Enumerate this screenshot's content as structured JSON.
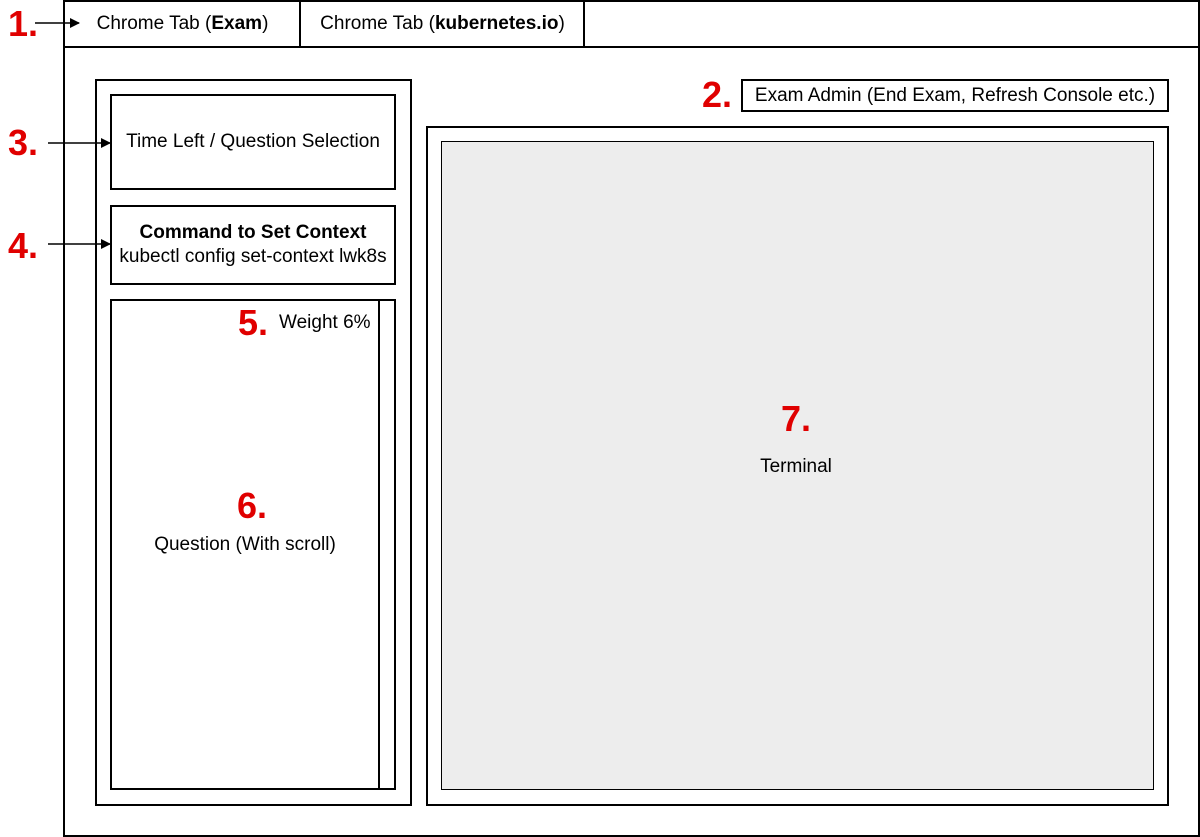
{
  "tabs": [
    {
      "prefix": "Chrome Tab (",
      "bold": "Exam",
      "suffix": ")"
    },
    {
      "prefix": "Chrome Tab (",
      "bold": "kubernetes.io",
      "suffix": ")"
    }
  ],
  "exam_admin": {
    "label": "Exam Admin (End Exam, Refresh Console etc.)"
  },
  "time_panel": {
    "label": "Time Left / Question Selection"
  },
  "context_panel": {
    "title": "Command to Set Context",
    "command": "kubectl config set-context lwk8s"
  },
  "question_panel": {
    "weight": "Weight 6%",
    "label": "Question (With scroll)"
  },
  "terminal": {
    "label": "Terminal"
  },
  "markers": [
    "1.",
    "2.",
    "3.",
    "4.",
    "5.",
    "6.",
    "7."
  ],
  "colors": {
    "marker": "#e00000",
    "terminal_bg": "#ededed",
    "line": "#000000"
  }
}
